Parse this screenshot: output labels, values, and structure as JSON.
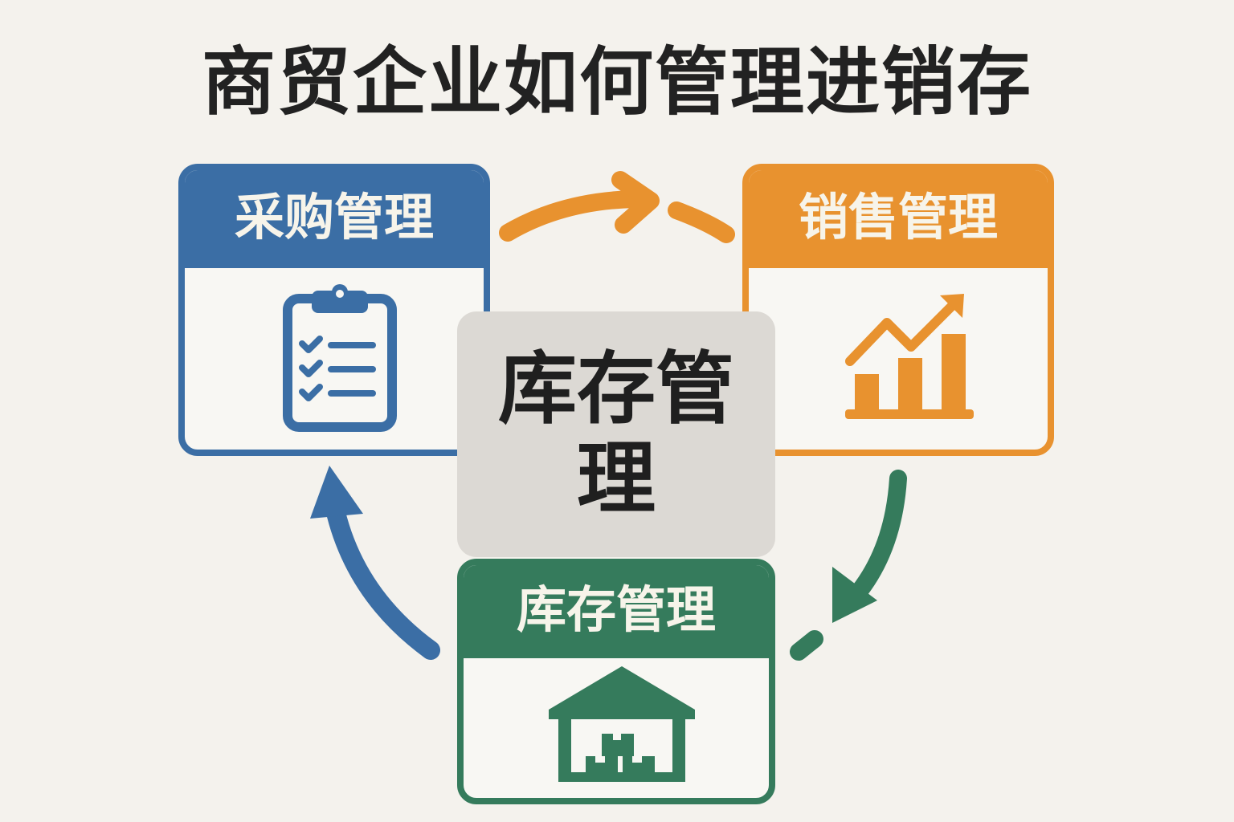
{
  "title": "商贸企业如何管理进销存",
  "nodes": {
    "purchase": {
      "label": "采购管理",
      "icon": "clipboard-checklist-icon",
      "color": "#3b6ea5"
    },
    "sales": {
      "label": "销售管理",
      "icon": "growth-chart-icon",
      "color": "#e8922f"
    },
    "inventory": {
      "label": "库存管理",
      "icon": "warehouse-icon",
      "color": "#357b5c"
    },
    "center": {
      "label": "库存管理"
    }
  },
  "flows": [
    {
      "from": "purchase",
      "to": "sales",
      "color": "#e8922f"
    },
    {
      "from": "sales",
      "to": "inventory",
      "color": "#357b5c"
    },
    {
      "from": "inventory",
      "to": "purchase",
      "color": "#3b6ea5"
    }
  ]
}
